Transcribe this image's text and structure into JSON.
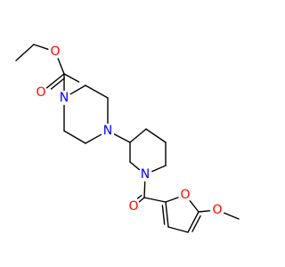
{
  "molecule": {
    "atoms": [
      {
        "id": "o-ester-methylene",
        "symbol": "O",
        "color": "#ff0000"
      },
      {
        "id": "o-carbonyl-ester",
        "symbol": "O",
        "color": "#ff0000"
      },
      {
        "id": "n-piperazine-top",
        "symbol": "N",
        "color": "#0000ff"
      },
      {
        "id": "n-piperazine-bottom",
        "symbol": "N",
        "color": "#0000ff"
      },
      {
        "id": "n-piperidine",
        "symbol": "N",
        "color": "#0000ff"
      },
      {
        "id": "o-amide-carbonyl",
        "symbol": "O",
        "color": "#ff0000"
      },
      {
        "id": "o-furan",
        "symbol": "O",
        "color": "#ff0000"
      },
      {
        "id": "o-methoxy",
        "symbol": "O",
        "color": "#ff0000"
      }
    ],
    "bond_color": "#000000"
  }
}
